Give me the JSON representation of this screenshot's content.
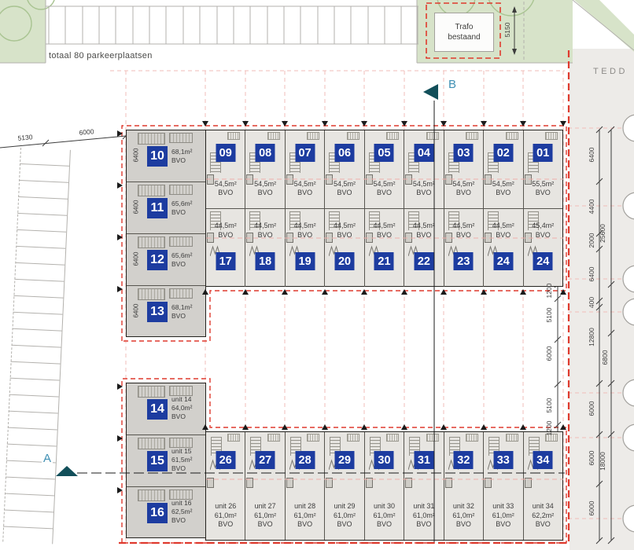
{
  "colors": {
    "accent_blue": "#1d3ca0",
    "boundary_red": "#e03a2e",
    "grid_pink": "#f0b9b4",
    "landscape_green": "#d7e3c9",
    "marker_teal": "#124f5a"
  },
  "site": {
    "parking_note": "totaal 80 parkeerplaatsen",
    "street_label": "TEDD",
    "trafo": {
      "line1": "Trafo",
      "line2": "bestaand",
      "height_dim": "5150"
    },
    "section_markers": {
      "a": "A",
      "b": "B"
    },
    "west_dims": {
      "d1": "5130",
      "d2": "6000"
    }
  },
  "top_block": {
    "left_units": [
      {
        "no": "10",
        "area": "68,1m²",
        "bvo": "BVO",
        "depth": "6400"
      },
      {
        "no": "11",
        "area": "65,6m²",
        "bvo": "BVO",
        "depth": "6400"
      },
      {
        "no": "12",
        "area": "65,6m²",
        "bvo": "BVO",
        "depth": "6400"
      },
      {
        "no": "13",
        "area": "68,1m²",
        "bvo": "BVO",
        "depth": "6400"
      }
    ],
    "row1_units": [
      {
        "no": "09",
        "area": "54,5m²",
        "bvo": "BVO"
      },
      {
        "no": "08",
        "area": "54,5m²",
        "bvo": "BVO"
      },
      {
        "no": "07",
        "area": "54,5m²",
        "bvo": "BVO"
      },
      {
        "no": "06",
        "area": "54,5m²",
        "bvo": "BVO"
      },
      {
        "no": "05",
        "area": "54,5m²",
        "bvo": "BVO"
      },
      {
        "no": "04",
        "area": "54,5m²",
        "bvo": "BVO"
      },
      {
        "no": "03",
        "area": "54,5m²",
        "bvo": "BVO"
      },
      {
        "no": "02",
        "area": "54,5m²",
        "bvo": "BVO"
      },
      {
        "no": "01",
        "area": "55,5m²",
        "bvo": "BVO"
      }
    ],
    "row2_units": [
      {
        "no": "17",
        "area": "44,5m²",
        "bvo": "BVO"
      },
      {
        "no": "18",
        "area": "44,5m²",
        "bvo": "BVO"
      },
      {
        "no": "19",
        "area": "44,5m²",
        "bvo": "BVO"
      },
      {
        "no": "20",
        "area": "44,5m²",
        "bvo": "BVO"
      },
      {
        "no": "21",
        "area": "44,5m²",
        "bvo": "BVO"
      },
      {
        "no": "22",
        "area": "44,5m²",
        "bvo": "BVO"
      },
      {
        "no": "23",
        "area": "44,5m²",
        "bvo": "BVO"
      },
      {
        "no": "24",
        "area": "44,5m²",
        "bvo": "BVO"
      },
      {
        "no": "24",
        "area": "45,4m²",
        "bvo": "BVO"
      }
    ]
  },
  "bottom_block": {
    "left_units": [
      {
        "no": "14",
        "l1": "unit 14",
        "area": "64,0m²",
        "bvo": "BVO"
      },
      {
        "no": "15",
        "l1": "unit 15",
        "area": "61,5m²",
        "bvo": "BVO"
      },
      {
        "no": "16",
        "l1": "unit 16",
        "area": "62,5m²",
        "bvo": "BVO"
      }
    ],
    "row_units": [
      {
        "no": "26",
        "l1": "unit 26",
        "area": "61,0m²",
        "bvo": "BVO"
      },
      {
        "no": "27",
        "l1": "unit 27",
        "area": "61,0m²",
        "bvo": "BVO"
      },
      {
        "no": "28",
        "l1": "unit 28",
        "area": "61,0m²",
        "bvo": "BVO"
      },
      {
        "no": "29",
        "l1": "unit 29",
        "area": "61,0m²",
        "bvo": "BVO"
      },
      {
        "no": "30",
        "l1": "unit 30",
        "area": "61,0m²",
        "bvo": "BVO"
      },
      {
        "no": "31",
        "l1": "unit 31",
        "area": "61,0m²",
        "bvo": "BVO"
      },
      {
        "no": "32",
        "l1": "unit 32",
        "area": "61,0m²",
        "bvo": "BVO"
      },
      {
        "no": "33",
        "l1": "unit 33",
        "area": "61,0m²",
        "bvo": "BVO"
      },
      {
        "no": "34",
        "l1": "unit 34",
        "area": "62,2m²",
        "bvo": "BVO"
      }
    ]
  },
  "dims": {
    "inner_right": [
      "1200",
      "5100",
      "6000",
      "5100",
      "1200"
    ],
    "right_chain": [
      "6400",
      "4400",
      "2000",
      "6400",
      "400",
      "12800",
      "6000",
      "6000",
      "6000"
    ],
    "outer_chain": [
      "25600",
      "6800",
      "18000"
    ]
  }
}
